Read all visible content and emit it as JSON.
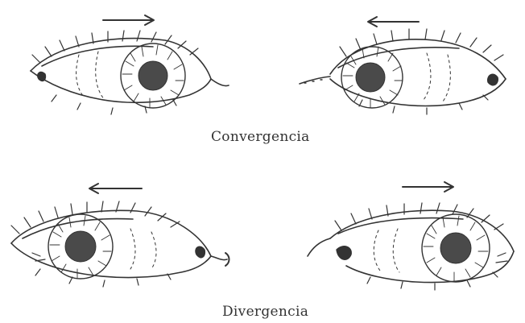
{
  "captions": {
    "convergence": "Convergencia",
    "divergence": "Divergencia"
  },
  "colors": {
    "ink": "#333333",
    "pupil": "#4a4a4a"
  },
  "rows": [
    {
      "name": "convergence",
      "eyes": [
        {
          "side": "left",
          "gaze": "right",
          "arrow": "right-arrow-icon"
        },
        {
          "side": "right",
          "gaze": "left",
          "arrow": "left-arrow-icon"
        }
      ]
    },
    {
      "name": "divergence",
      "eyes": [
        {
          "side": "left",
          "gaze": "left",
          "arrow": "left-arrow-icon"
        },
        {
          "side": "right",
          "gaze": "right",
          "arrow": "right-arrow-icon"
        }
      ]
    }
  ]
}
